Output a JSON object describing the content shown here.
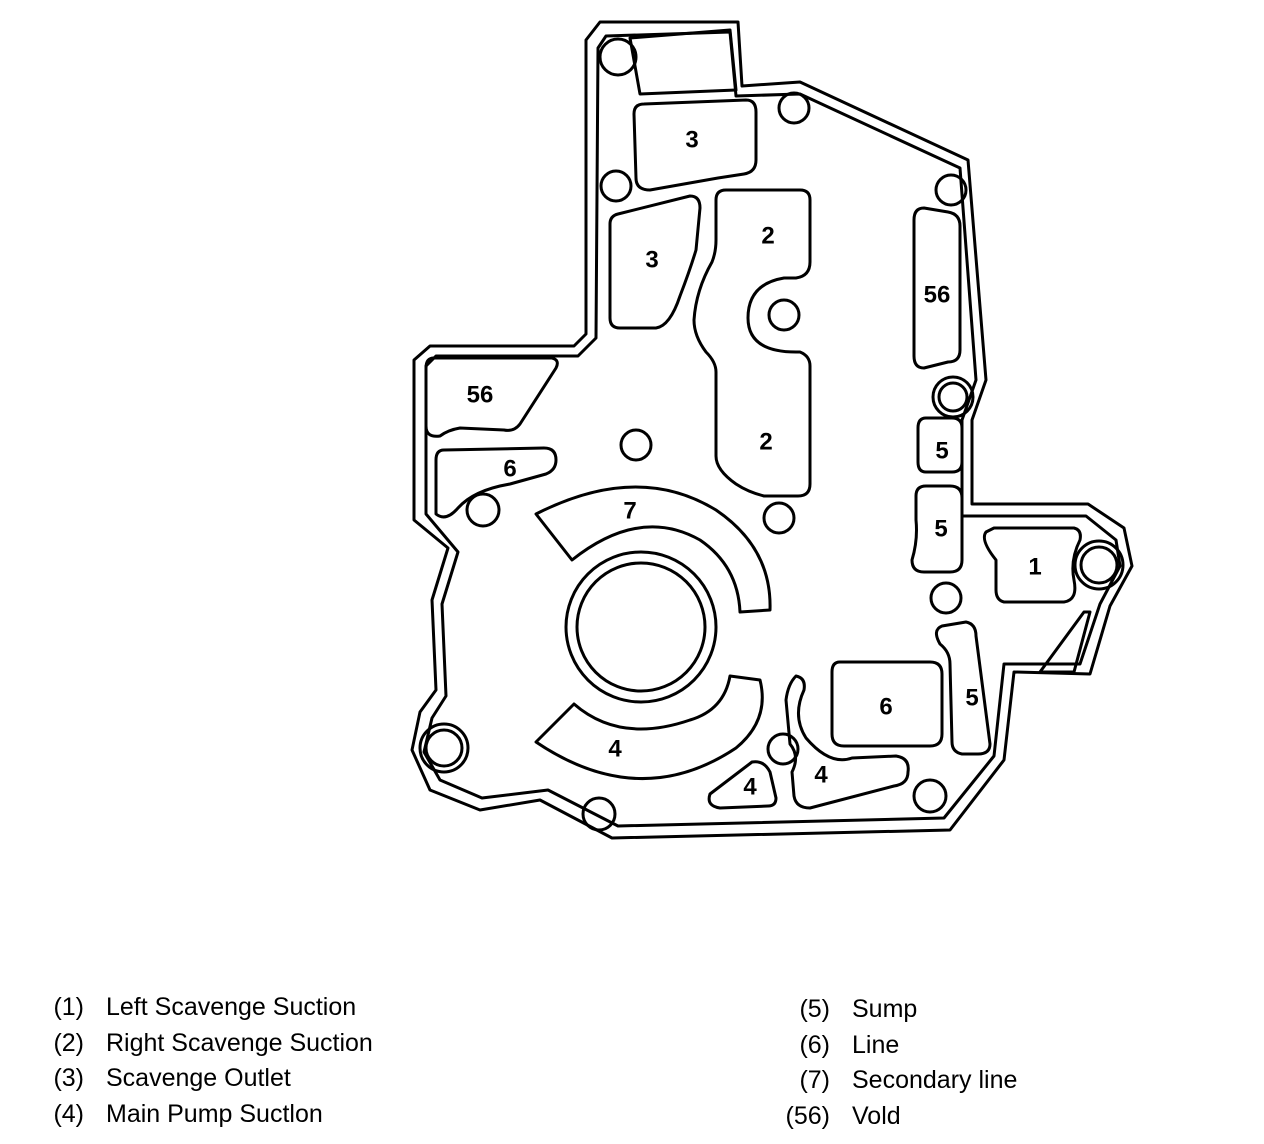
{
  "diagram": {
    "port_labels": {
      "p1": "1",
      "p2a": "2",
      "p2b": "2",
      "p3a": "3",
      "p3b": "3",
      "p4a": "4",
      "p4b": "4",
      "p4c": "4",
      "p5a": "5",
      "p5b": "5",
      "p5c": "5",
      "p6a": "6",
      "p6b": "6",
      "p7": "7",
      "p56a": "56",
      "p56b": "56"
    }
  },
  "legend": {
    "left": [
      {
        "num": "(1)",
        "text": "Left Scavenge Suction"
      },
      {
        "num": "(2)",
        "text": "Right Scavenge Suction"
      },
      {
        "num": "(3)",
        "text": "Scavenge Outlet"
      },
      {
        "num": "(4)",
        "text": "Main Pump Suctlon"
      }
    ],
    "right": [
      {
        "num": "(5)",
        "text": "Sump"
      },
      {
        "num": "(6)",
        "text": "Line"
      },
      {
        "num": "(7)",
        "text": "Secondary line"
      },
      {
        "num": "(56)",
        "text": "Vold"
      }
    ]
  }
}
